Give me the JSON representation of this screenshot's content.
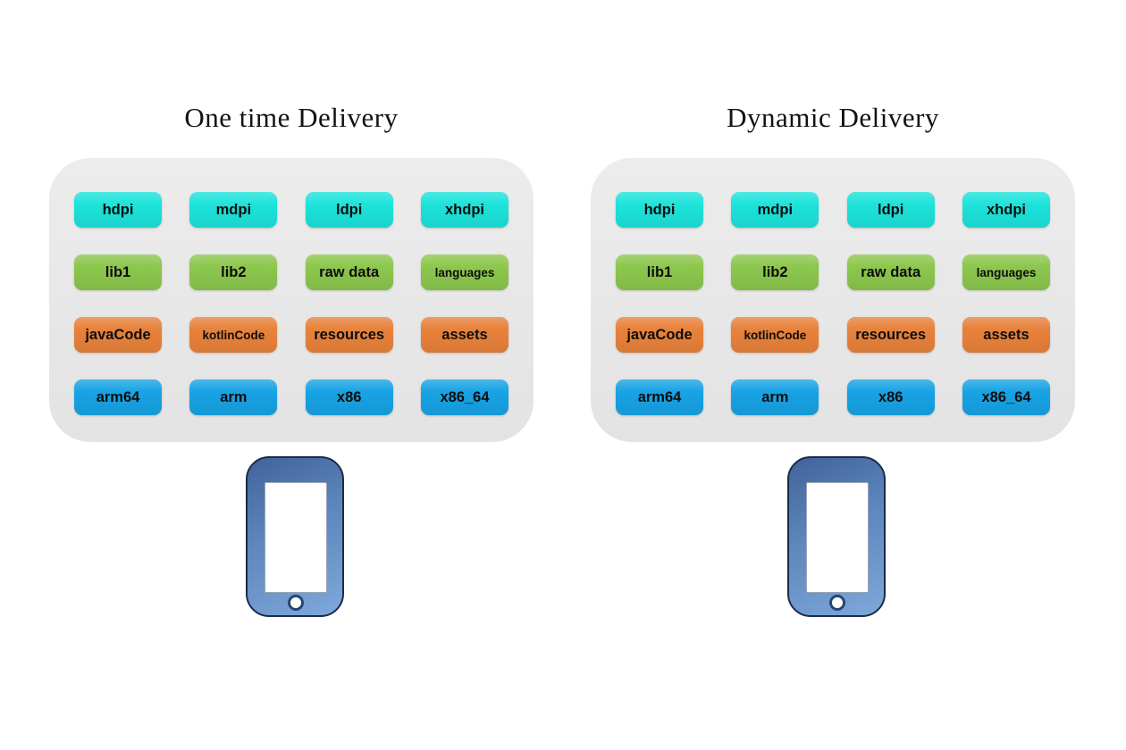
{
  "panels": [
    {
      "title": "One time Delivery"
    },
    {
      "title": "Dynamic Delivery"
    }
  ],
  "bundle": {
    "rows": [
      {
        "color": "#1CE3DB",
        "chips": [
          "hdpi",
          "mdpi",
          "ldpi",
          "xhdpi"
        ]
      },
      {
        "color": "#8CC74C",
        "chips": [
          "lib1",
          "lib2",
          "raw data",
          "languages"
        ]
      },
      {
        "color": "#E8823B",
        "chips": [
          "javaCode",
          "kotlinCode",
          "resources",
          "assets"
        ]
      },
      {
        "color": "#17A3E5",
        "chips": [
          "arm64",
          "arm",
          "x86",
          "x86_64"
        ]
      }
    ]
  },
  "colors": {
    "bundle_background": "#E8E8E8",
    "phone_body_top": "#40639A",
    "phone_body_bottom": "#7FA9DA",
    "phone_outline": "#1B2B49",
    "chip_text": "#0D0D0D",
    "title_text": "#121212"
  }
}
